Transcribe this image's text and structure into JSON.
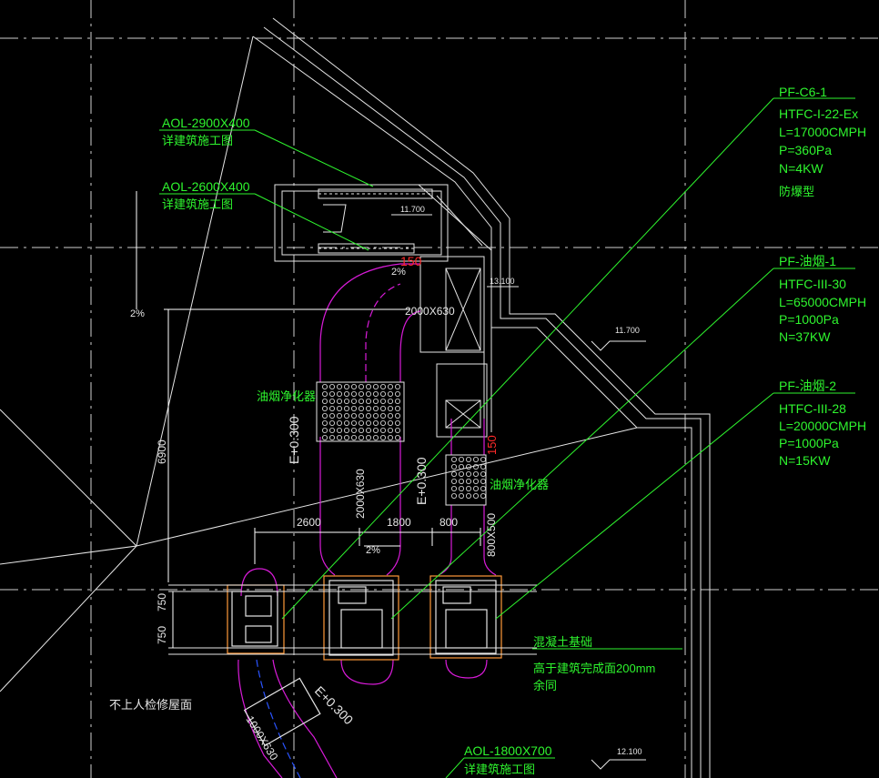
{
  "colors": {
    "background": "#000000",
    "wall": "#e6e6e6",
    "leader": "#2ef52e",
    "duct": "#d81bd8",
    "equipment": "#ff9a3a",
    "dim": "#ffffff",
    "grid": "#d0d0d0",
    "blue": "#2a54ff",
    "red": "#ff2a2a"
  },
  "labels": {
    "aol_top": "AOL-2900X400",
    "aol_top_sub": "详建筑施工图",
    "aol_mid": "AOL-2600X400",
    "aol_mid_sub": "详建筑施工图",
    "aol_bottom": "AOL-1800X700",
    "aol_bottom_sub": "详建筑施工图",
    "purifier_1": "油烟净化器",
    "purifier_2": "油烟净化器",
    "concrete_1": "混凝土基础",
    "concrete_2": "高于建筑完成面200mm",
    "concrete_3": "余同",
    "roof_note": "不上人检修屋面"
  },
  "fans": [
    {
      "tag": "PF-C6-1",
      "model": "HTFC-I-22-Ex",
      "flow": "L=17000CMPH",
      "pressure": "P=360Pa",
      "power": "N=4KW",
      "note": "防爆型"
    },
    {
      "tag": "PF-油烟-1",
      "model": "HTFC-III-30",
      "flow": "L=65000CMPH",
      "pressure": "P=1000Pa",
      "power": "N=37KW",
      "note": ""
    },
    {
      "tag": "PF-油烟-2",
      "model": "HTFC-III-28",
      "flow": "L=20000CMPH",
      "pressure": "P=1000Pa",
      "power": "N=15KW",
      "note": ""
    }
  ],
  "elevations": {
    "e1": "11.700",
    "e2": "13.100",
    "e3": "11.700",
    "e4": "12.100",
    "duct_e1": "E+0.300",
    "duct_e2": "E+0.300",
    "duct_e3": "E+0.300"
  },
  "duct_sizes": {
    "d1": "2000X630",
    "d2": "2000X630",
    "d3": "800X500",
    "d4": "1000X630",
    "r1": "150",
    "r2": "150"
  },
  "dimensions": {
    "h1": "2600",
    "h2": "1800",
    "h3": "800",
    "v1": "6900",
    "v2": "750",
    "v3": "750",
    "slope1": "2%",
    "slope2": "2%",
    "slope3": "2%"
  }
}
